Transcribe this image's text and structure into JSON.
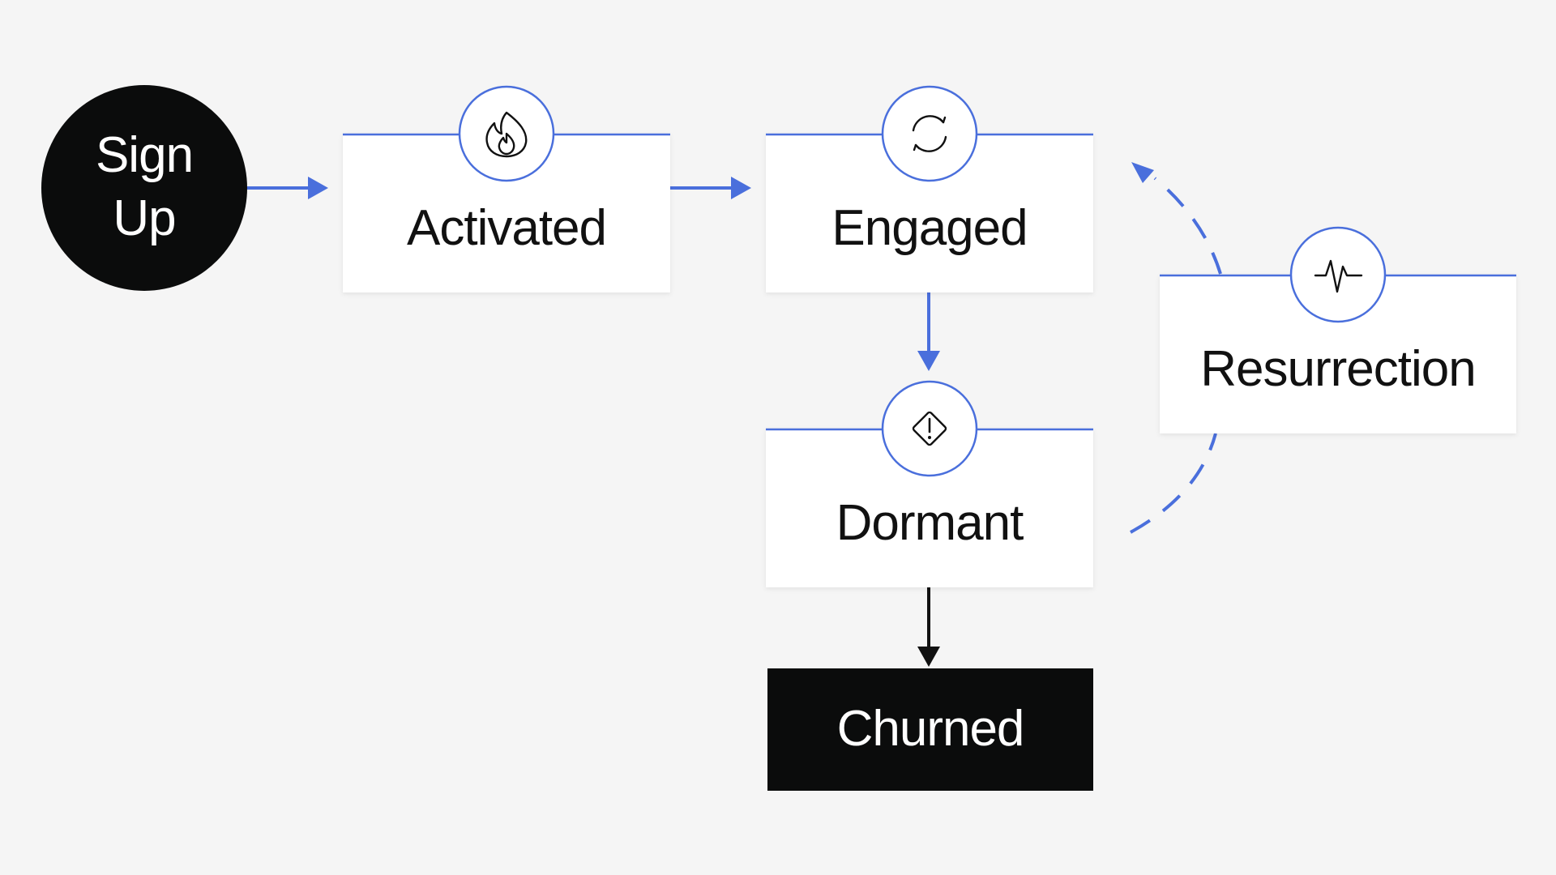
{
  "diagram": {
    "colors": {
      "background": "#f5f5f5",
      "accent": "#4a6fdc",
      "box_fill": "#ffffff",
      "dark_fill": "#0b0c0c",
      "dark_text": "#ffffff",
      "text": "#111111"
    },
    "nodes": {
      "signup": {
        "label_line1": "Sign",
        "label_line2": "Up",
        "shape": "circle"
      },
      "activated": {
        "label": "Activated",
        "icon": "flame-icon"
      },
      "engaged": {
        "label": "Engaged",
        "icon": "refresh-cycle-icon"
      },
      "dormant": {
        "label": "Dormant",
        "icon": "warning-diamond-icon"
      },
      "churned": {
        "label": "Churned",
        "shape": "dark-box"
      },
      "resurrection": {
        "label": "Resurrection",
        "icon": "heartbeat-icon"
      }
    },
    "edges": [
      {
        "from": "signup",
        "to": "activated",
        "style": "solid",
        "color": "accent"
      },
      {
        "from": "activated",
        "to": "engaged",
        "style": "solid",
        "color": "accent"
      },
      {
        "from": "engaged",
        "to": "dormant",
        "style": "solid",
        "color": "accent"
      },
      {
        "from": "dormant",
        "to": "churned",
        "style": "solid",
        "color": "black"
      },
      {
        "from": "dormant",
        "to": "resurrection",
        "style": "dashed",
        "color": "accent"
      },
      {
        "from": "resurrection",
        "to": "engaged",
        "style": "dashed",
        "color": "accent"
      }
    ]
  }
}
